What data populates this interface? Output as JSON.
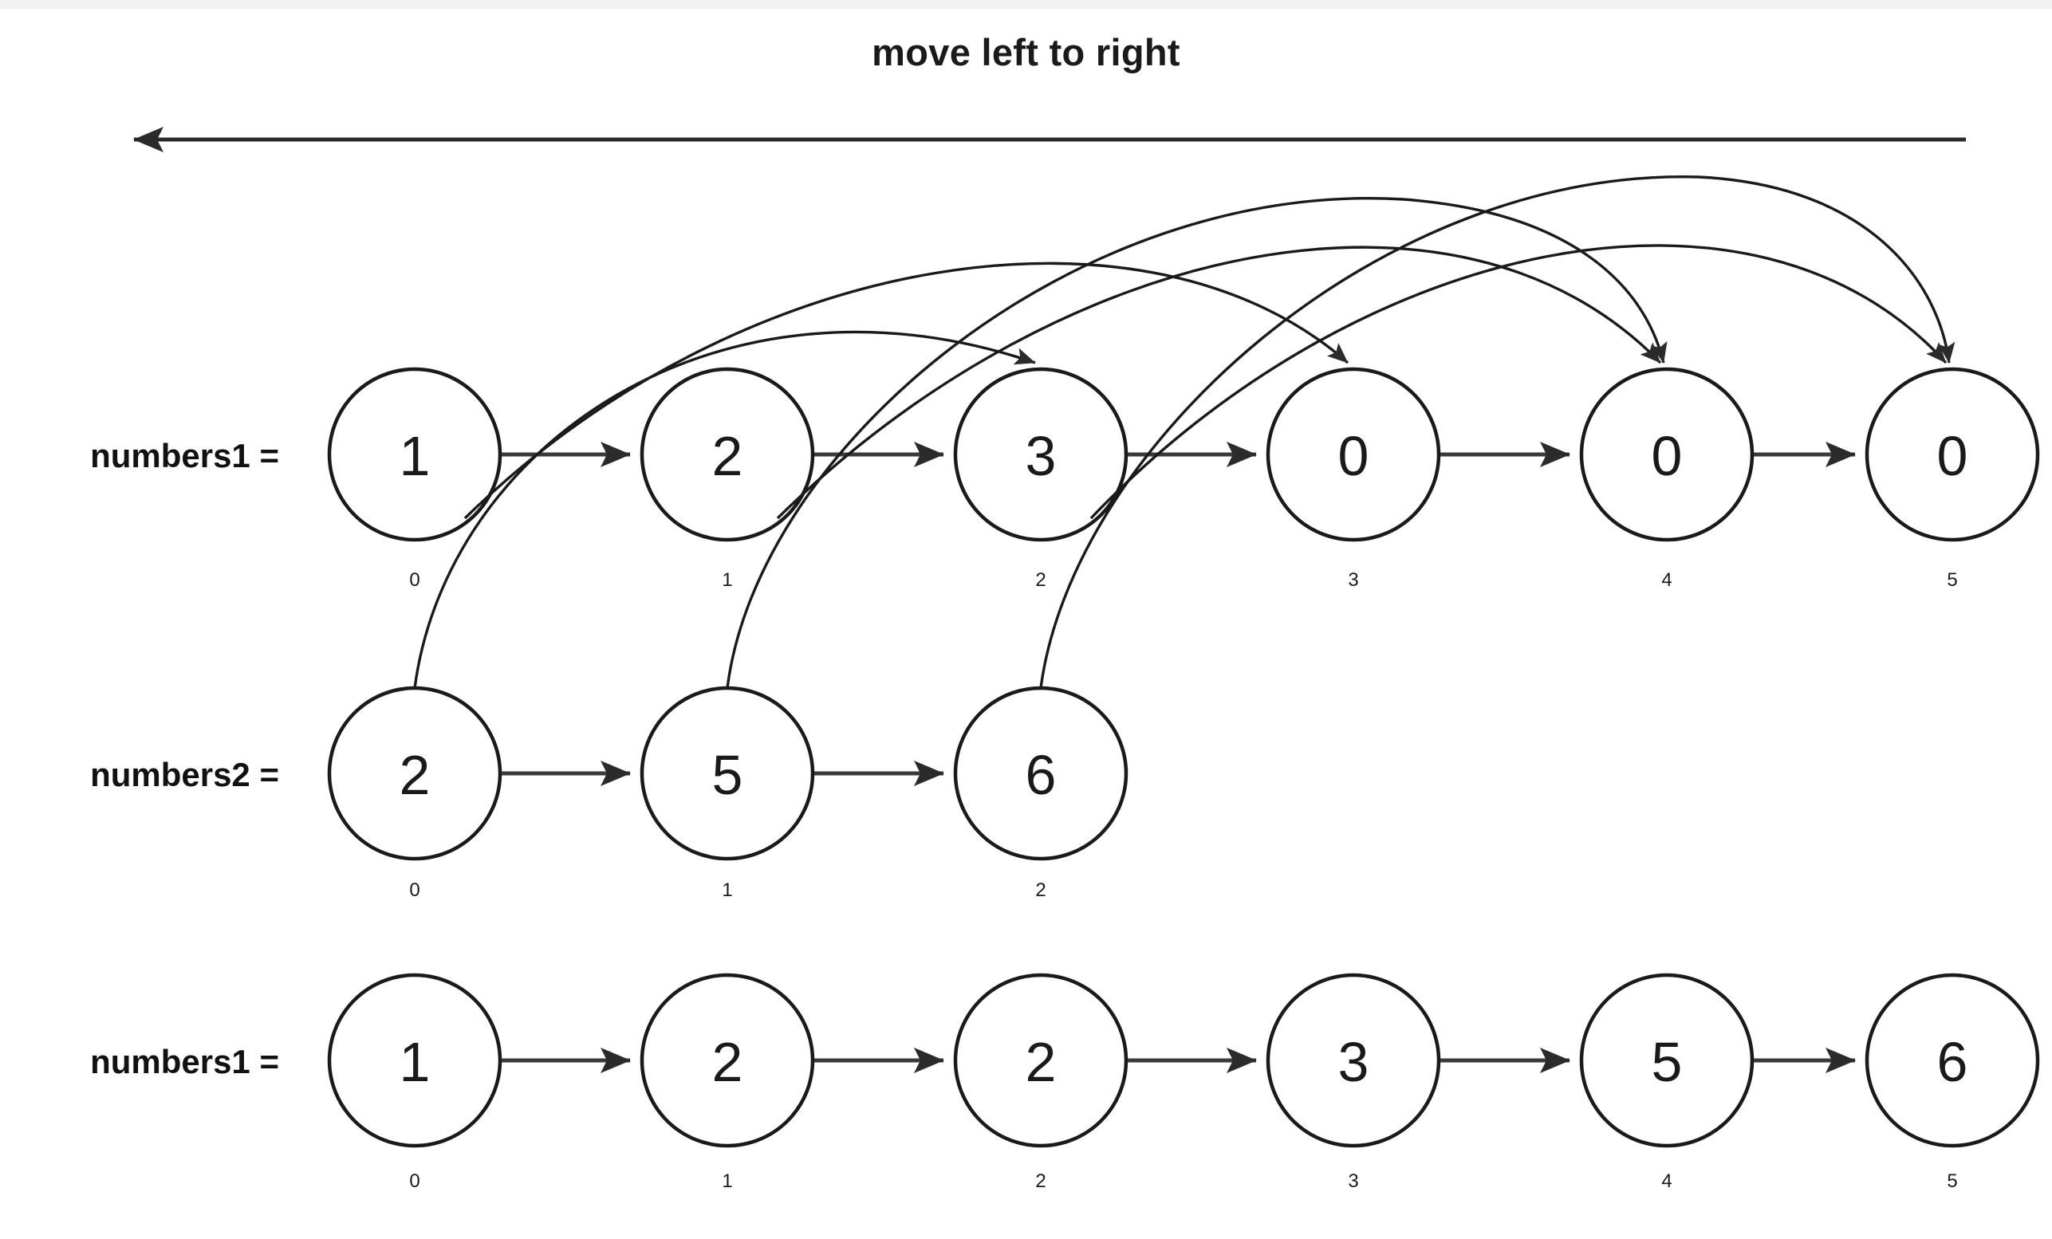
{
  "title": "move left to right",
  "direction_arrow": {
    "name": "move-left-to-right-arrow",
    "points": "left"
  },
  "colors": {
    "stroke": "#1a1a1a",
    "text": "#1a1a1a",
    "background": "#ffffff",
    "top_strip": "#f1f1f1"
  },
  "rows": [
    {
      "label": "numbers1 =",
      "id": "numbers1-top",
      "values": [
        "1",
        "2",
        "3",
        "0",
        "0",
        "0"
      ],
      "indices": [
        "0",
        "1",
        "2",
        "3",
        "4",
        "5"
      ]
    },
    {
      "label": "numbers2 =",
      "id": "numbers2",
      "values": [
        "2",
        "5",
        "6"
      ],
      "indices": [
        "0",
        "1",
        "2"
      ]
    },
    {
      "label": "numbers1 =",
      "id": "numbers1-result",
      "values": [
        "1",
        "2",
        "2",
        "3",
        "5",
        "6"
      ],
      "indices": [
        "0",
        "1",
        "2",
        "3",
        "4",
        "5"
      ]
    }
  ],
  "merge_arrows": [
    {
      "from": "numbers1-top[2]",
      "to": "numbers1-top[5]",
      "label": "move-3-to-index-5"
    },
    {
      "from": "numbers1-top[1]",
      "to": "numbers1-top[4]",
      "label": "move-2-to-index-4"
    },
    {
      "from": "numbers1-top[0]",
      "to": "numbers1-top[3]",
      "label": "move-1-to-index-3"
    },
    {
      "from": "numbers2[0]",
      "to": "numbers1-top[2]",
      "label": "copy-2-to-index-2"
    },
    {
      "from": "numbers2[1]",
      "to": "numbers1-top[4]",
      "label": "copy-5-to-index-4"
    },
    {
      "from": "numbers2[2]",
      "to": "numbers1-top[5]",
      "label": "copy-6-to-index-5"
    }
  ]
}
